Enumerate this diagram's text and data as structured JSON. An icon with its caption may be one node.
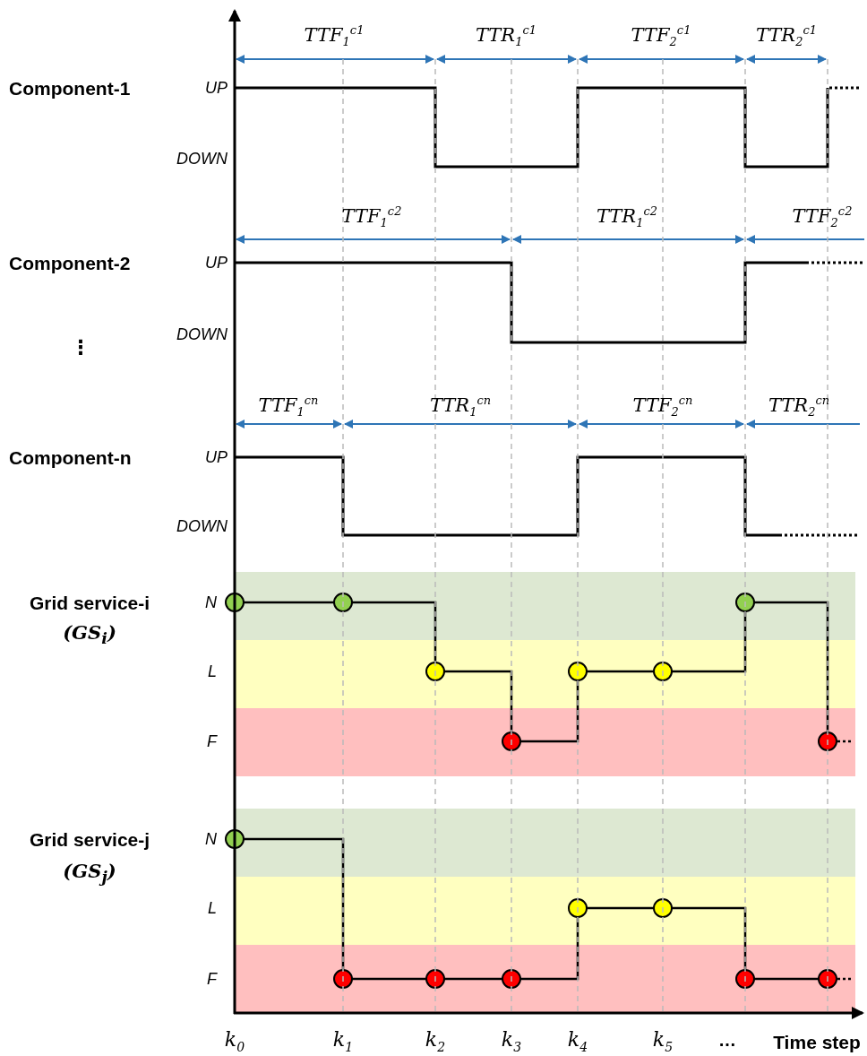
{
  "diagram": {
    "labels": [
      "TTF$_{1}$$^{c1}$",
      "TTR$_{1}$$^{c1}$",
      "TTF$_{2}$$^{c1}$",
      "TTR$_{2}$$^{c1}$",
      "Component-1",
      "UP",
      "DOWN",
      "TTF$_{1}$$^{c2}$",
      "TTR$_{1}$$^{c2}$",
      "TTF$_{2}$$^{c2}$",
      "Component-2",
      "UP",
      "DOWN",
      "⋮",
      "TTF$_{1}$$^{cn}$",
      "TTR$_{1}$$^{cn}$",
      "TTF$_{2}$$^{cn}$",
      "TTR$_{2}$$^{cn}$",
      "Component-n",
      "UP",
      "DOWN",
      "Grid service-i",
      "(GS$_{i}$)",
      "N",
      "L",
      "F",
      "Grid service-j",
      "(GS$_{j}$)",
      "N",
      "L",
      "F",
      "k$_{0}$",
      "k$_{1}$",
      "k$_{2}$",
      "k$_{3}$",
      "k$_{4}$",
      "k$_{5}$",
      "…",
      "Time step"
    ]
  }
}
